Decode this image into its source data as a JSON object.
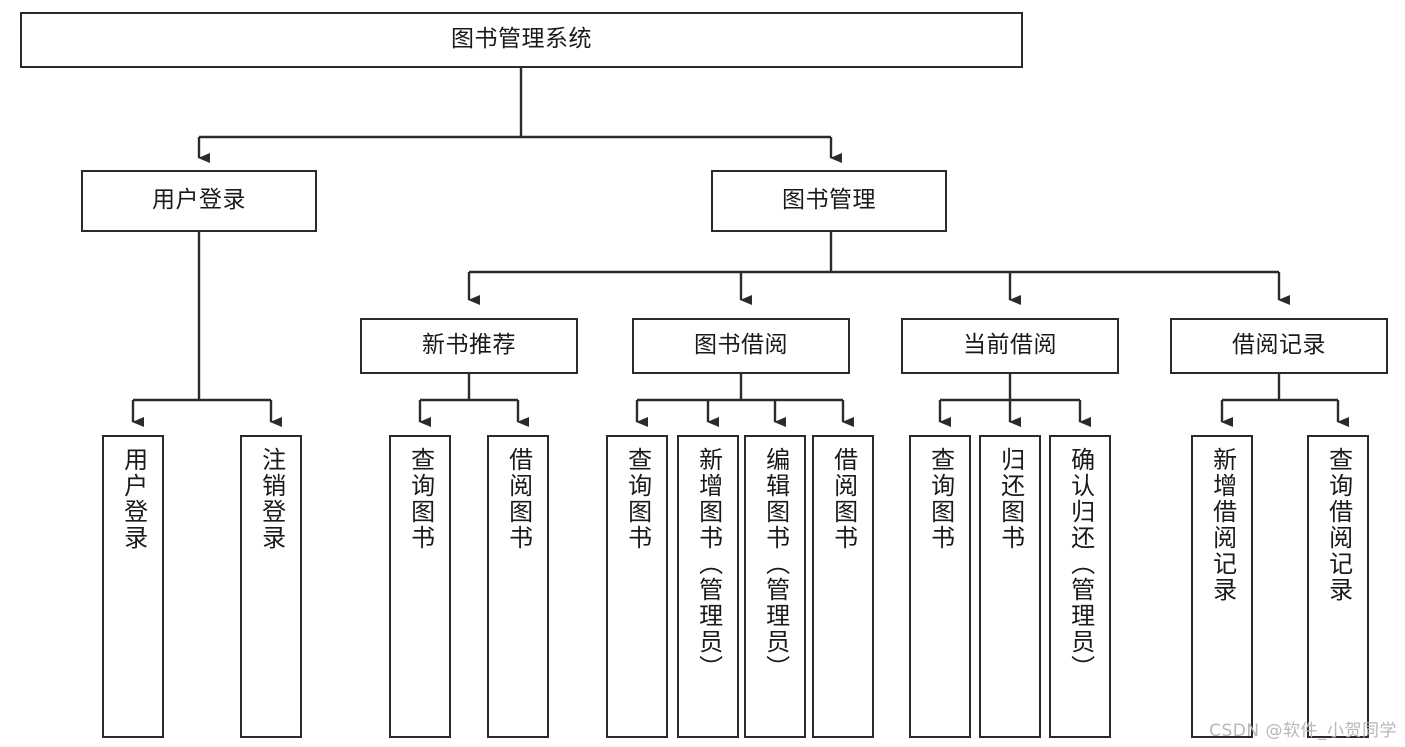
{
  "diagram": {
    "type": "tree",
    "title": "图书管理系统",
    "orientation": "top-down",
    "root": {
      "id": "root",
      "label": "图书管理系统"
    },
    "level2": [
      {
        "id": "user-login",
        "label": "用户登录"
      },
      {
        "id": "book-manage",
        "label": "图书管理"
      }
    ],
    "level3": [
      {
        "id": "new-book-recommend",
        "label": "新书推荐"
      },
      {
        "id": "book-borrow",
        "label": "图书借阅"
      },
      {
        "id": "current-borrow",
        "label": "当前借阅"
      },
      {
        "id": "borrow-record",
        "label": "借阅记录"
      }
    ],
    "leaves": {
      "user_login": [
        {
          "id": "leaf-user-login",
          "label": "用户登录"
        },
        {
          "id": "leaf-user-logout",
          "label": "注销登录"
        }
      ],
      "new_book_recommend": [
        {
          "id": "leaf-query-book-1",
          "label": "查询图书"
        },
        {
          "id": "leaf-borrow-book-1",
          "label": "借阅图书"
        }
      ],
      "book_borrow": [
        {
          "id": "leaf-query-book-2",
          "label": "查询图书"
        },
        {
          "id": "leaf-add-book",
          "label": "新增图书（管理员）"
        },
        {
          "id": "leaf-edit-book",
          "label": "编辑图书（管理员）"
        },
        {
          "id": "leaf-borrow-book-2",
          "label": "借阅图书"
        }
      ],
      "current_borrow": [
        {
          "id": "leaf-query-book-3",
          "label": "查询图书"
        },
        {
          "id": "leaf-return-book",
          "label": "归还图书"
        },
        {
          "id": "leaf-confirm-return",
          "label": "确认归还（管理员）"
        }
      ],
      "borrow_record": [
        {
          "id": "leaf-add-record",
          "label": "新增借阅记录"
        },
        {
          "id": "leaf-query-record",
          "label": "查询借阅记录"
        }
      ]
    }
  },
  "watermark": {
    "text": "CSDN @软件_小贺同学"
  },
  "colors": {
    "stroke": "#2b2b2b",
    "fill": "#ffffff",
    "text": "#1a1a1a",
    "watermark": "#b8b8b8"
  }
}
